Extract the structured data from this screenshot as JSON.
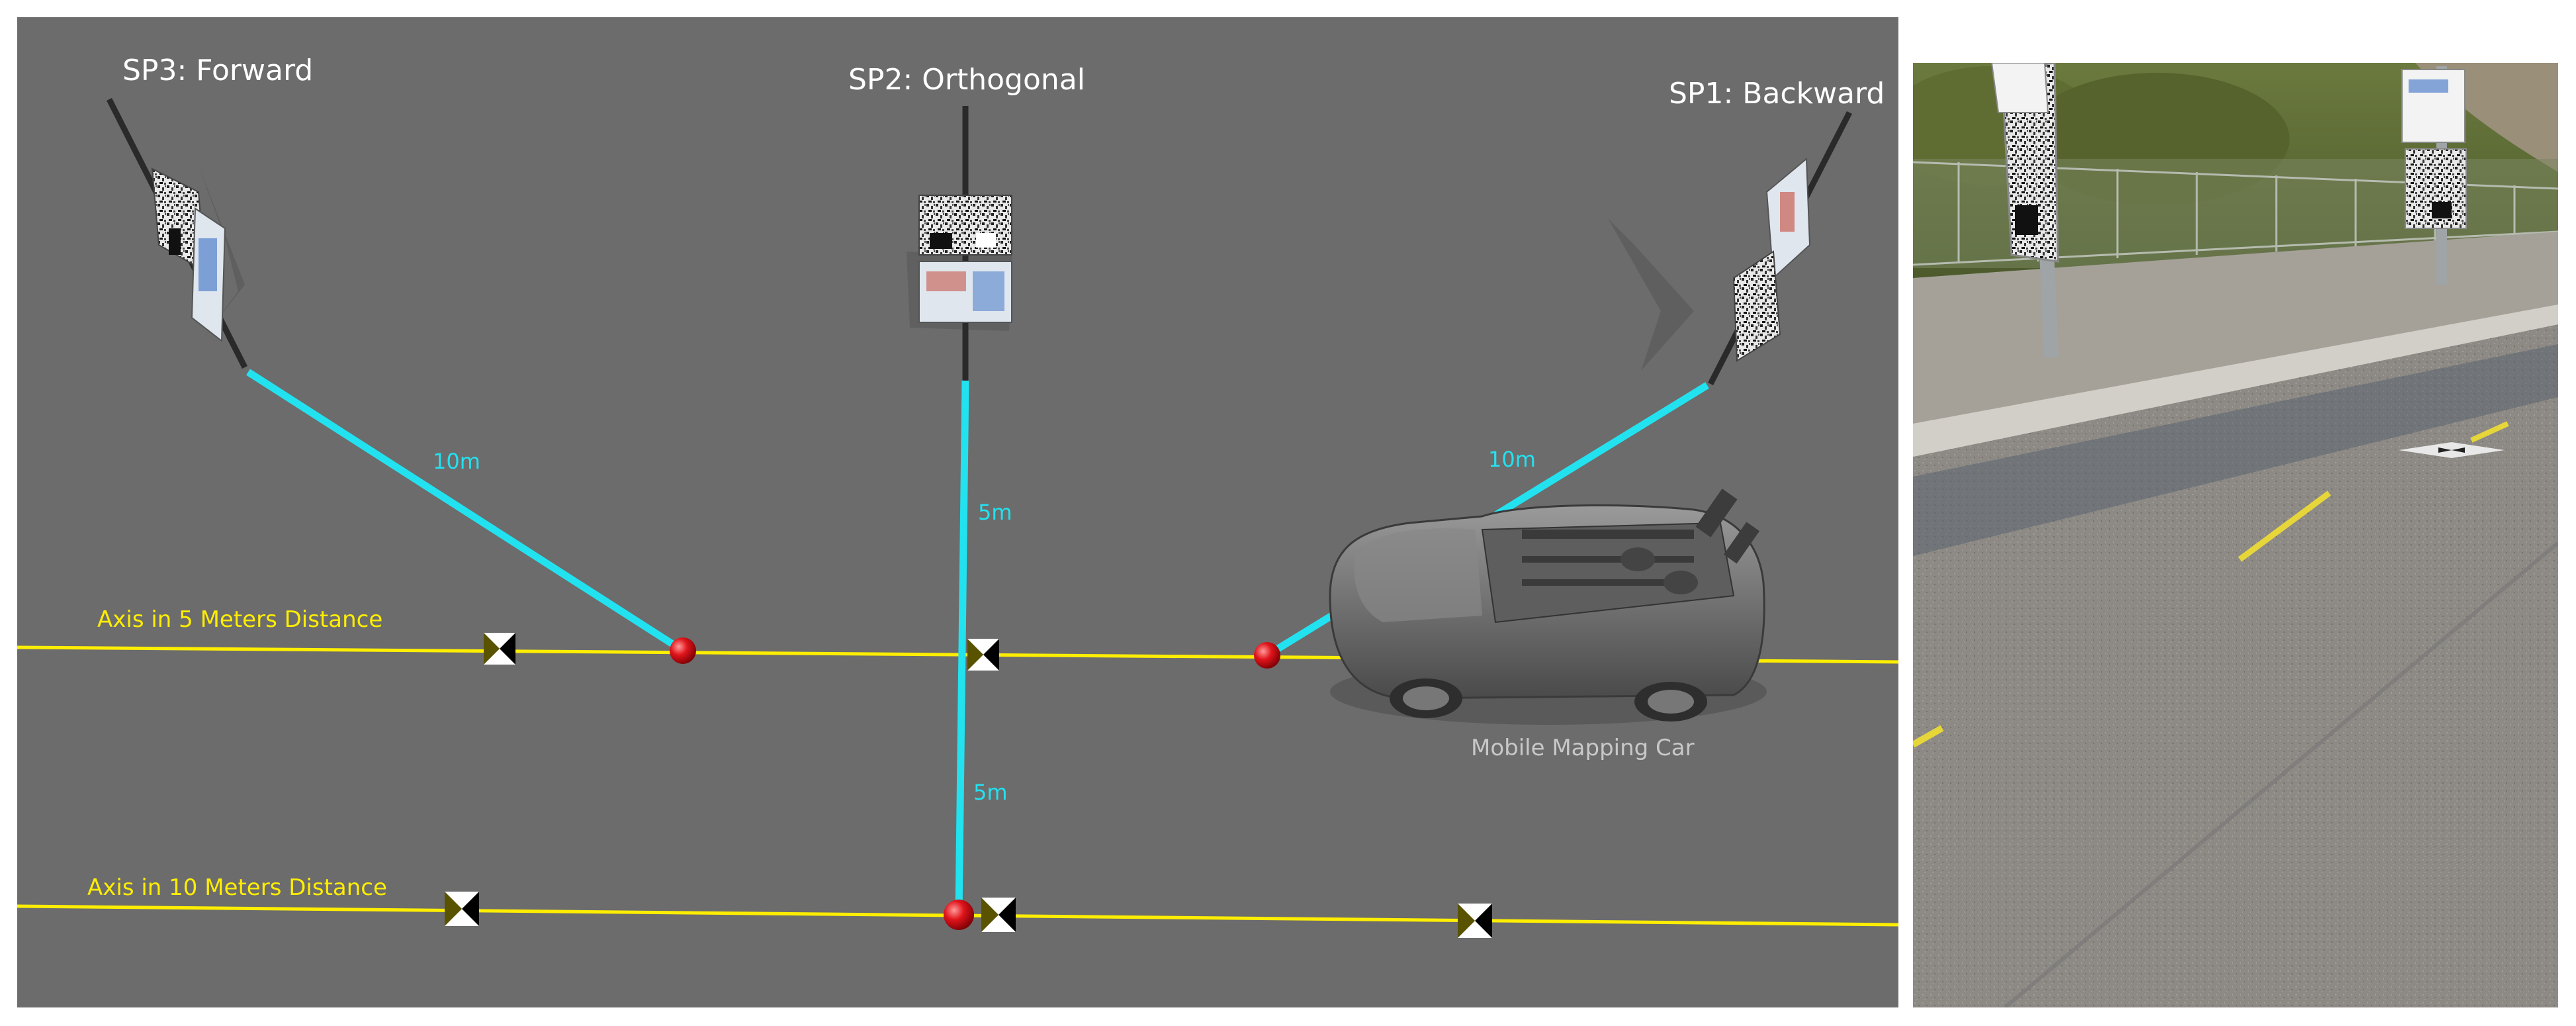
{
  "scene": {
    "sign_posts": [
      {
        "id": "sp3",
        "label": "SP3: Forward"
      },
      {
        "id": "sp2",
        "label": "SP2: Orthogonal"
      },
      {
        "id": "sp1",
        "label": "SP1: Backward"
      }
    ],
    "distance_labels": {
      "sp3": "10m",
      "sp2_upper": "5m",
      "sp2_lower": "5m",
      "sp1": "10m"
    },
    "axes": {
      "near": "Axis in 5 Meters Distance",
      "far": "Axis in 10 Meters Distance"
    },
    "car_label": "Mobile Mapping Car"
  },
  "colors": {
    "background": "#6c6c6c",
    "distance_line": "#22e2f0",
    "axis_line": "#ffee00",
    "marker_point": "#e0141b",
    "title_text": "#ffffff"
  },
  "photo": {
    "description_hidden": "street-photo"
  }
}
